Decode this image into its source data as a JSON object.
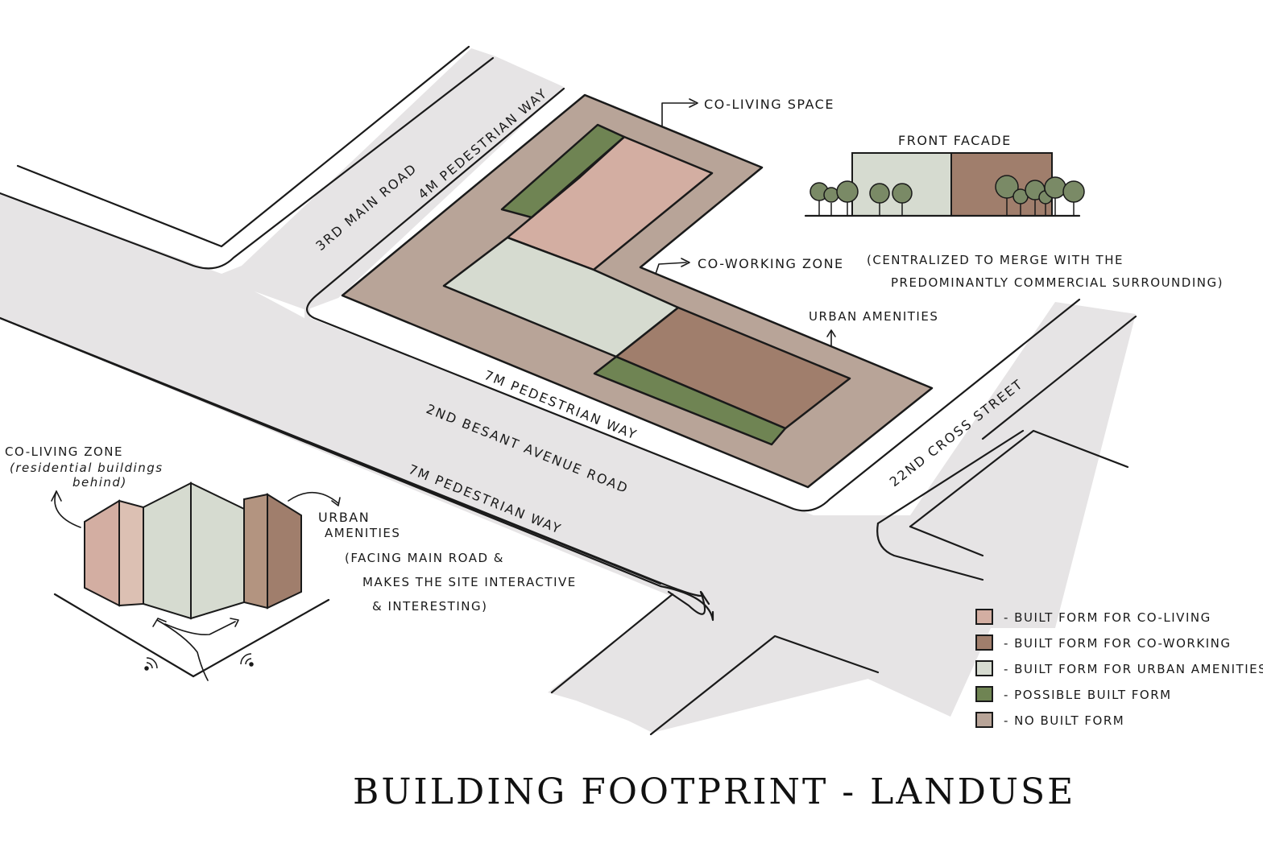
{
  "title": "BUILDING FOOTPRINT - LANDUSE",
  "roads": {
    "third_main": "3RD MAIN ROAD",
    "pedestrian_4m": "4M PEDESTRIAN WAY",
    "pedestrian_7m_site": "7M PEDESTRIAN WAY",
    "besant": "2ND BESANT AVENUE ROAD",
    "pedestrian_7m_south": "7M PEDESTRIAN WAY",
    "cross_22nd": "22ND CROSS STREET"
  },
  "annotations": {
    "co_living_space": "CO-LIVING SPACE",
    "co_working_zone": "CO-WORKING ZONE",
    "centralized_line1": "(CENTRALIZED TO MERGE WITH THE",
    "centralized_line2": "PREDOMINANTLY COMMERCIAL SURROUNDING)",
    "urban_amenities": "URBAN AMENITIES"
  },
  "front_facade": {
    "label": "FRONT FACADE"
  },
  "sketch": {
    "co_living_zone": "CO-LIVING ZONE",
    "residential_line1": "(residential buildings",
    "residential_line2": "behind)",
    "urban": "URBAN",
    "amenities": "AMENITIES",
    "facing_line1": "(FACING MAIN ROAD &",
    "facing_line2": "MAKES THE SITE INTERACTIVE",
    "facing_line3": "& INTERESTING)"
  },
  "legend": [
    {
      "label": "- BUILT FORM FOR CO-LIVING",
      "color": "#d3aea2"
    },
    {
      "label": "- BUILT FORM FOR CO-WORKING",
      "color": "#a07e6c"
    },
    {
      "label": "- BUILT FORM FOR URBAN AMENITIES",
      "color": "#d6dbd0"
    },
    {
      "label": "- POSSIBLE BUILT FORM",
      "color": "#6f8453"
    },
    {
      "label": "- NO BUILT FORM",
      "color": "#b8a498"
    }
  ],
  "colors": {
    "road": "#e6e4e5",
    "site": "#b8a498",
    "co_living": "#d3aea2",
    "co_working": "#a07e6c",
    "urban_amenities": "#d6dbd0",
    "possible": "#6f8453"
  }
}
